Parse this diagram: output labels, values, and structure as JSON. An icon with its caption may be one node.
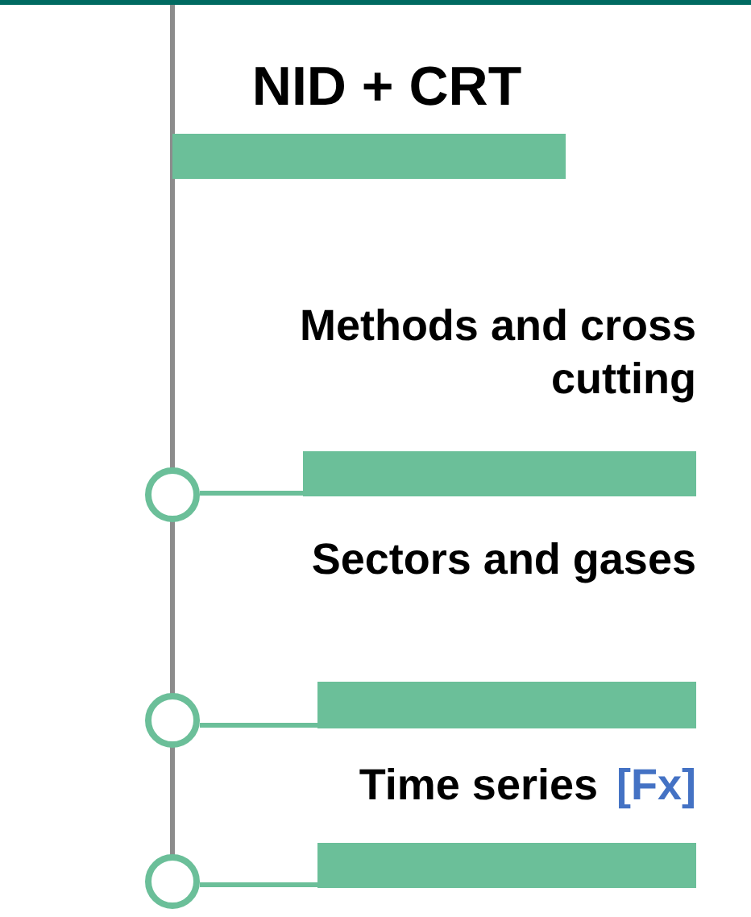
{
  "diagram": {
    "nodes": [
      {
        "text": [],
        "shape": "bar"
      },
      {
        "text": [],
        "shape": "bar"
      },
      {
        "text": [],
        "shape": "circle"
      },
      {
        "text": [],
        "shape": "bar"
      },
      {
        "text": [],
        "shape": "circle"
      },
      {
        "text": [],
        "shape": "bar"
      },
      {
        "text": [],
        "shape": "circle"
      }
    ],
    "edges": [
      {
        "from": 2,
        "to": 1,
        "arrow": "none"
      },
      {
        "from": 4,
        "to": 3,
        "arrow": "none"
      },
      {
        "from": 6,
        "to": 5,
        "arrow": "none"
      }
    ],
    "labels": [
      "NID + CRT",
      "Methods and cross cutting",
      "Sectors and gases",
      "Time series",
      "[Fx]"
    ]
  }
}
